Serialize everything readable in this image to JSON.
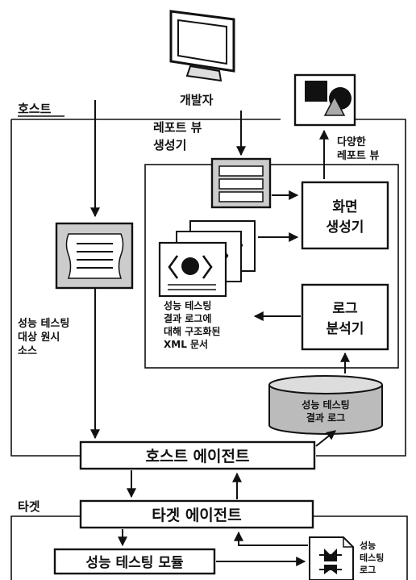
{
  "labels": {
    "developer": "개발자",
    "host": "호스트",
    "report_view_generator_1": "레포트 뷰",
    "report_view_generator_2": "생성기",
    "various_report_views_1": "다양한",
    "various_report_views_2": "레포트 뷰",
    "screen_generator_1": "화면",
    "screen_generator_2": "생성기",
    "log_analyzer_1": "로그",
    "log_analyzer_2": "분석기",
    "xml_doc_1": "성능 테스팅",
    "xml_doc_2": "결과 로그에",
    "xml_doc_3": "대해 구조화된",
    "xml_doc_4": "XML 문서",
    "source_1": "성능 테스팅",
    "source_2": "대상 원시",
    "source_3": "소스",
    "db_1": "성능 테스팅",
    "db_2": "결과 로그",
    "host_agent": "호스트 에이전트",
    "target": "타겟",
    "target_agent": "타겟 에이전트",
    "perf_module": "성능 테스팅 모듈",
    "target_log_1": "성능",
    "target_log_2": "테스팅",
    "target_log_3": "로그"
  },
  "icons": {
    "monitor": "monitor-icon",
    "report_shapes": "report-shapes-icon",
    "report_form": "form-window-icon",
    "source_file": "source-document-icon",
    "xml_docs": "xml-document-stack-icon",
    "database": "database-icon",
    "log_file": "log-file-icon"
  }
}
